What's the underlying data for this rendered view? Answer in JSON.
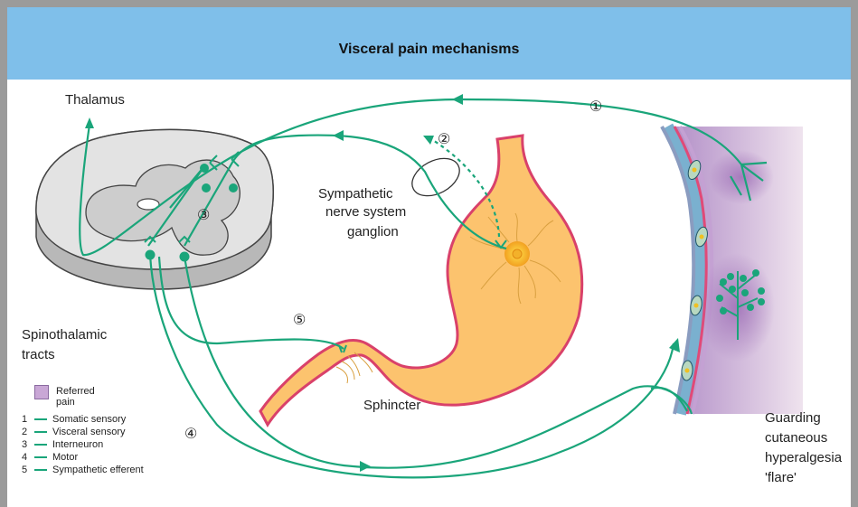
{
  "title": "Visceral pain mechanisms",
  "labels": {
    "thalamus": "Thalamus",
    "sympathetic_1": "Sympathetic",
    "sympathetic_2": "nerve system",
    "sympathetic_3": "ganglion",
    "spinothalamic_1": "Spinothalamic",
    "spinothalamic_2": "tracts",
    "sphincter": "Sphincter",
    "guarding_1": "Guarding",
    "guarding_2": "cutaneous",
    "guarding_3": "hyperalgesia",
    "guarding_4": "'flare'"
  },
  "markers": {
    "m1": "①",
    "m2": "②",
    "m3": "③",
    "m4": "④",
    "m5": "⑤"
  },
  "legend": {
    "referred": "Referred pain",
    "items": [
      {
        "num": "1",
        "label": "Somatic sensory"
      },
      {
        "num": "2",
        "label": "Visceral sensory"
      },
      {
        "num": "3",
        "label": "Interneuron"
      },
      {
        "num": "4",
        "label": "Motor"
      },
      {
        "num": "5",
        "label": "Sympathetic efferent"
      }
    ]
  },
  "colors": {
    "nerve": "#1aa57a",
    "stomach_fill": "#fcc36e",
    "stomach_wall": "#d9416a",
    "cord_fill": "#d9d9d9",
    "skin": "#cfaedb",
    "header": "#7fbfea"
  }
}
